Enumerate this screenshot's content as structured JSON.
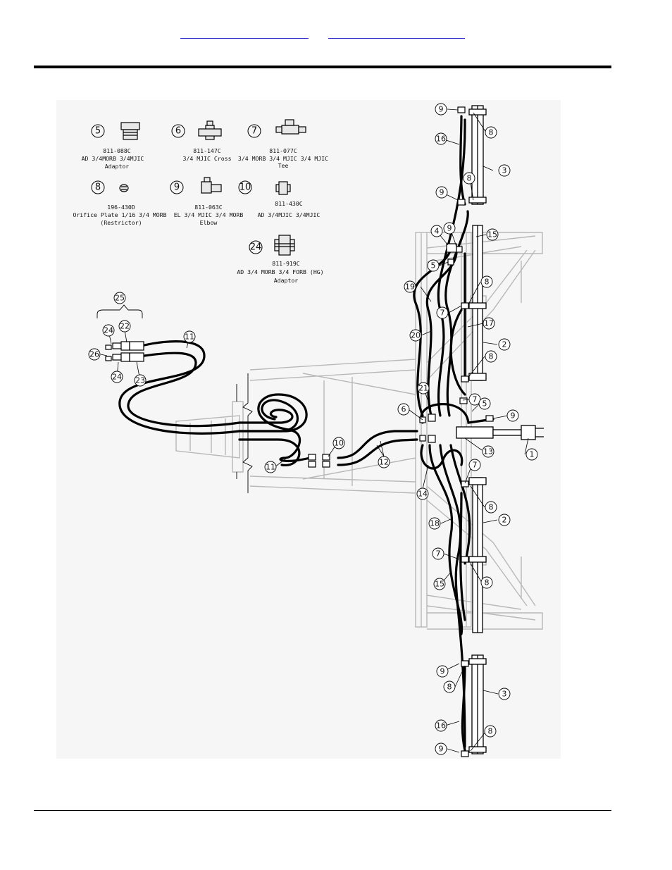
{
  "header": {
    "link_1": "",
    "link_2": ""
  },
  "colors": {
    "frame_gray": "#b8b8b8",
    "hose_black": "#000000",
    "link_blue": "#3030d0",
    "diagram_bg": "#f5f5f5"
  },
  "legend": {
    "p5": {
      "num": "5",
      "part": "811-088C",
      "desc1": "AD 3/4MORB 3/4MJIC",
      "desc2": "Adaptor"
    },
    "p6": {
      "num": "6",
      "part": "811-147C",
      "desc1": "3/4 MJIC Cross",
      "desc2": ""
    },
    "p7": {
      "num": "7",
      "part": "811-077C",
      "desc1": "3/4 MORB 3/4 MJIC 3/4 MJIC",
      "desc2": "Tee"
    },
    "p8": {
      "num": "8",
      "part": "196-430D",
      "desc1": "Orifice Plate 1/16 3/4 MORB",
      "desc2": "(Restrictor)"
    },
    "p9": {
      "num": "9",
      "part": "811-063C",
      "desc1": "EL 3/4 MJIC 3/4 MORB",
      "desc2": "Elbow"
    },
    "p10": {
      "num": "10",
      "part": "811-430C",
      "desc1": "AD 3/4MJIC 3/4MJIC",
      "desc2": ""
    },
    "p24": {
      "num": "24",
      "part": "811-919C",
      "desc1": "AD 3/4 MORB 3/4 FORB (HG)",
      "desc2": "Adaptor"
    }
  },
  "callouts": {
    "c1": "1",
    "c2": "2",
    "c3": "3",
    "c4": "4",
    "c5": "5",
    "c6": "6",
    "c7": "7",
    "c8": "8",
    "c9": "9",
    "c10": "10",
    "c11": "11",
    "c12": "12",
    "c13": "13",
    "c14": "14",
    "c15": "15",
    "c16": "16",
    "c17": "17",
    "c18": "18",
    "c19": "19",
    "c20": "20",
    "c21": "21",
    "c22": "22",
    "c23": "23",
    "c24": "24",
    "c25": "25",
    "c26": "26"
  }
}
